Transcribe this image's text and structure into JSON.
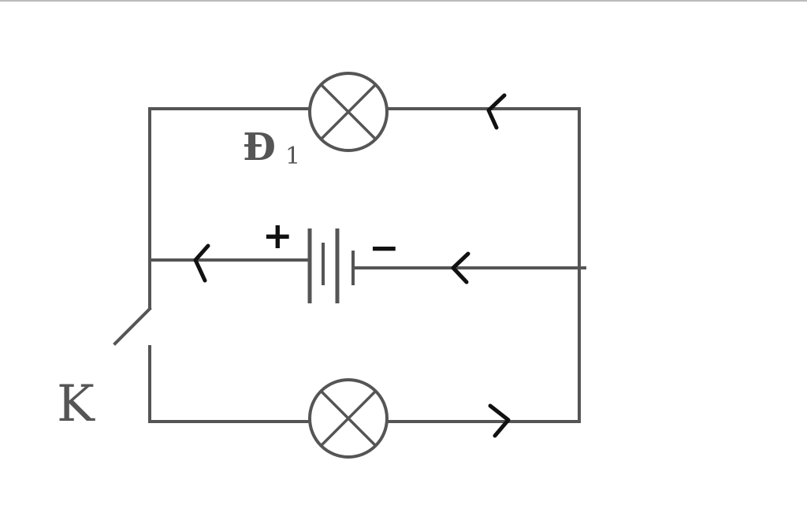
{
  "diagram": {
    "lamp_top_label": "Đ",
    "lamp_top_subscript": "1",
    "switch_label": "K",
    "battery_positive_label": "+",
    "battery_negative_label": "−",
    "colors": {
      "wire": "#555555",
      "arrow": "#111111",
      "background": "#ffffff",
      "top_border": "#bbbbbb"
    }
  }
}
